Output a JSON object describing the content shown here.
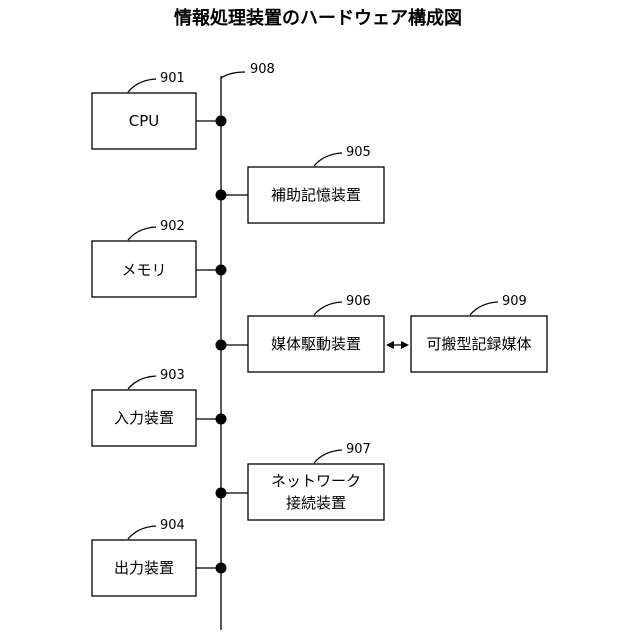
{
  "title": "情報処理装置のハードウェア構成図",
  "bus": {
    "ref": "908"
  },
  "blocks": {
    "cpu": {
      "ref": "901",
      "label": "CPU"
    },
    "memory": {
      "ref": "902",
      "label": "メモリ"
    },
    "input": {
      "ref": "903",
      "label": "入力装置"
    },
    "output": {
      "ref": "904",
      "label": "出力装置"
    },
    "storage": {
      "ref": "905",
      "label": "補助記憶装置"
    },
    "media_drive": {
      "ref": "906",
      "label": "媒体駆動装置"
    },
    "network": {
      "ref": "907",
      "label_line1": "ネットワーク",
      "label_line2": "接続装置"
    },
    "portable_media": {
      "ref": "909",
      "label": "可搬型記録媒体"
    }
  }
}
